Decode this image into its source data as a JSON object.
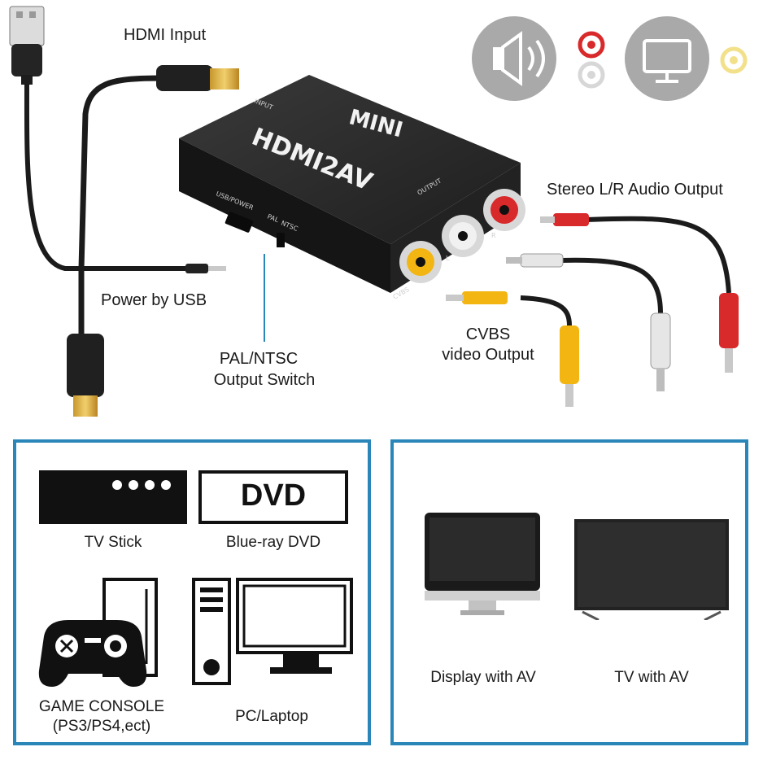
{
  "top": {
    "labels": {
      "hdmi_input": "HDMI Input",
      "power_usb": "Power by USB",
      "switch": [
        "PAL/NTSC",
        "Output Switch"
      ],
      "stereo": "Stereo L/R Audio Output",
      "cvbs": [
        "CVBS",
        "video Output"
      ]
    },
    "device": {
      "brand": "MINI",
      "model": "HDMI2AV",
      "port_input": "INPUT",
      "port_output": "OUTPUT",
      "usb_power": "USB/POWER",
      "pal": "PAL",
      "ntsc": "NTSC",
      "cvbs_port": "CVBS",
      "l": "L",
      "r": "R"
    },
    "icons": [
      "speaker-icon",
      "rca-red-white-icon",
      "monitor-icon",
      "rca-yellow-icon"
    ]
  },
  "left_panel": {
    "items": [
      {
        "label": "TV Stick",
        "icon": "tv-stick-icon"
      },
      {
        "label": "Blue-ray DVD",
        "icon": "dvd-player-icon",
        "screen_text": "DVD"
      },
      {
        "label": [
          "GAME CONSOLE",
          "(PS3/PS4,ect)"
        ],
        "icon": "game-console-icon"
      },
      {
        "label": "PC/Laptop",
        "icon": "pc-icon"
      }
    ]
  },
  "right_panel": {
    "items": [
      {
        "label": "Display with AV",
        "icon": "imac-display-icon"
      },
      {
        "label": "TV with AV",
        "icon": "flat-tv-icon"
      }
    ]
  },
  "colors": {
    "panel_border": "#2a86b8",
    "device_body": "#2b2b2b",
    "rca_red": "#d8292b",
    "rca_white": "#e6e6e6",
    "rca_yellow": "#f2b511"
  }
}
